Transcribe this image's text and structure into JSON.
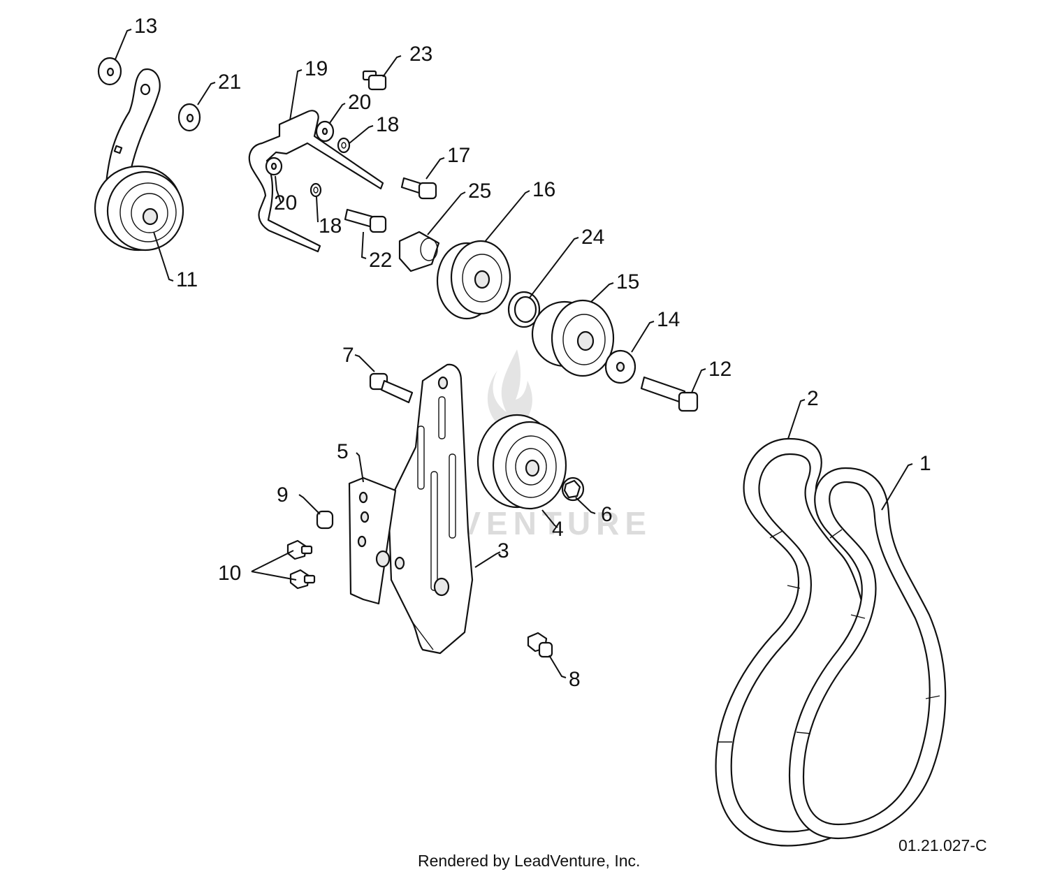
{
  "diagram": {
    "callouts": [
      "1",
      "2",
      "3",
      "4",
      "5",
      "6",
      "7",
      "8",
      "9",
      "10",
      "11",
      "12",
      "13",
      "14",
      "15",
      "16",
      "17",
      "18",
      "18",
      "19",
      "20",
      "20",
      "21",
      "22",
      "23",
      "24",
      "25"
    ],
    "drawing_number": "01.21.027-C",
    "credit": "Rendered by LeadVenture, Inc.",
    "watermark": "LEADVENTURE"
  },
  "colors": {
    "line": "#111111",
    "watermark": "#dcdcdc",
    "background": "#ffffff"
  }
}
